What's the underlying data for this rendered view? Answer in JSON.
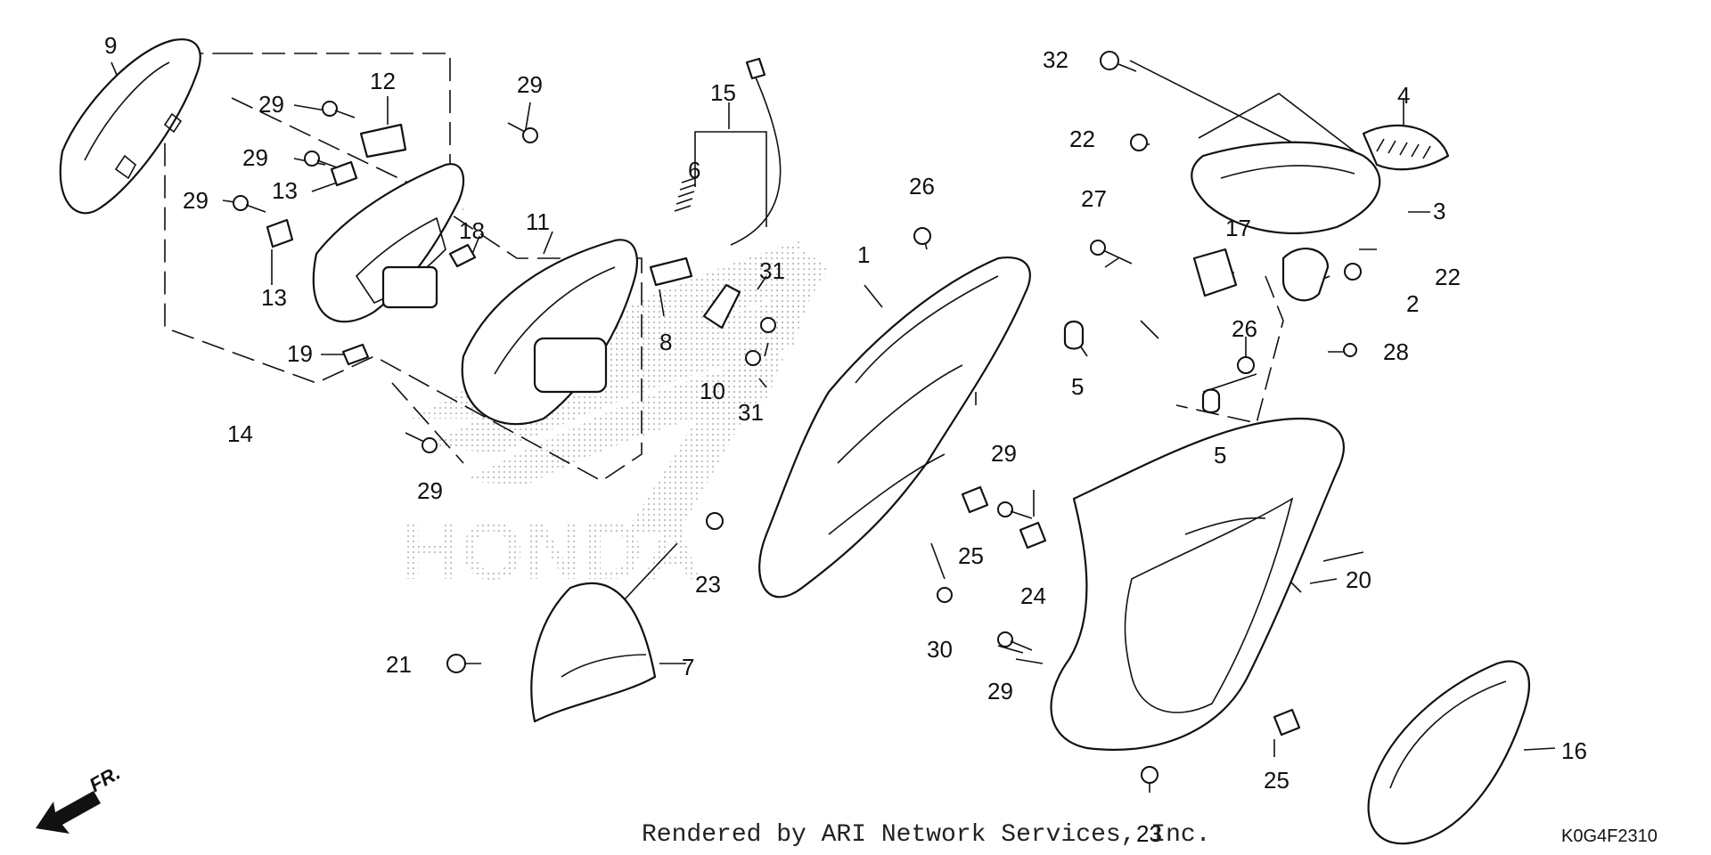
{
  "diagram": {
    "labels": [
      "1",
      "2",
      "3",
      "4",
      "5",
      "5",
      "6",
      "7",
      "8",
      "9",
      "10",
      "11",
      "12",
      "13",
      "13",
      "14",
      "15",
      "16",
      "17",
      "18",
      "19",
      "20",
      "21",
      "22",
      "22",
      "23",
      "23",
      "24",
      "25",
      "25",
      "26",
      "26",
      "27",
      "28",
      "29",
      "29",
      "29",
      "29",
      "29",
      "29",
      "29",
      "30",
      "31",
      "31",
      "32"
    ],
    "watermark_text": "HONDA",
    "direction_label": "FR.",
    "diagram_code": "K0G4F2310",
    "credit": "Rendered by ARI Network Services, Inc."
  },
  "colors": {
    "line": "#111111",
    "watermark": "#c8c8c8",
    "background": "#ffffff"
  },
  "icons": {
    "direction": "front-arrow-icon"
  }
}
